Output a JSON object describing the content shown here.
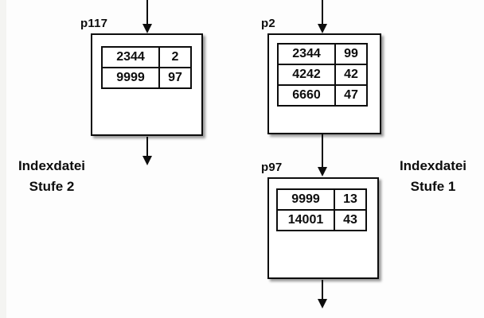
{
  "nodes": {
    "p117": {
      "label": "p117",
      "rows": [
        [
          "2344",
          "2"
        ],
        [
          "9999",
          "97"
        ]
      ]
    },
    "p2": {
      "label": "p2",
      "rows": [
        [
          "2344",
          "99"
        ],
        [
          "4242",
          "42"
        ],
        [
          "6660",
          "47"
        ]
      ]
    },
    "p97": {
      "label": "p97",
      "rows": [
        [
          "9999",
          "13"
        ],
        [
          "14001",
          "43"
        ]
      ]
    }
  },
  "captions": {
    "left": {
      "line1": "Indexdatei",
      "line2": "Stufe 2"
    },
    "right": {
      "line1": "Indexdatei",
      "line2": "Stufe 1"
    }
  },
  "icons": {
    "arrow_down": "arrow-down-icon"
  },
  "colors": {
    "background": "#fdfdfd",
    "edge_strip": "#f4f4f2",
    "line": "#0d0d0d",
    "shadow": "#9a9a9a",
    "text": "#0d0d0d"
  }
}
